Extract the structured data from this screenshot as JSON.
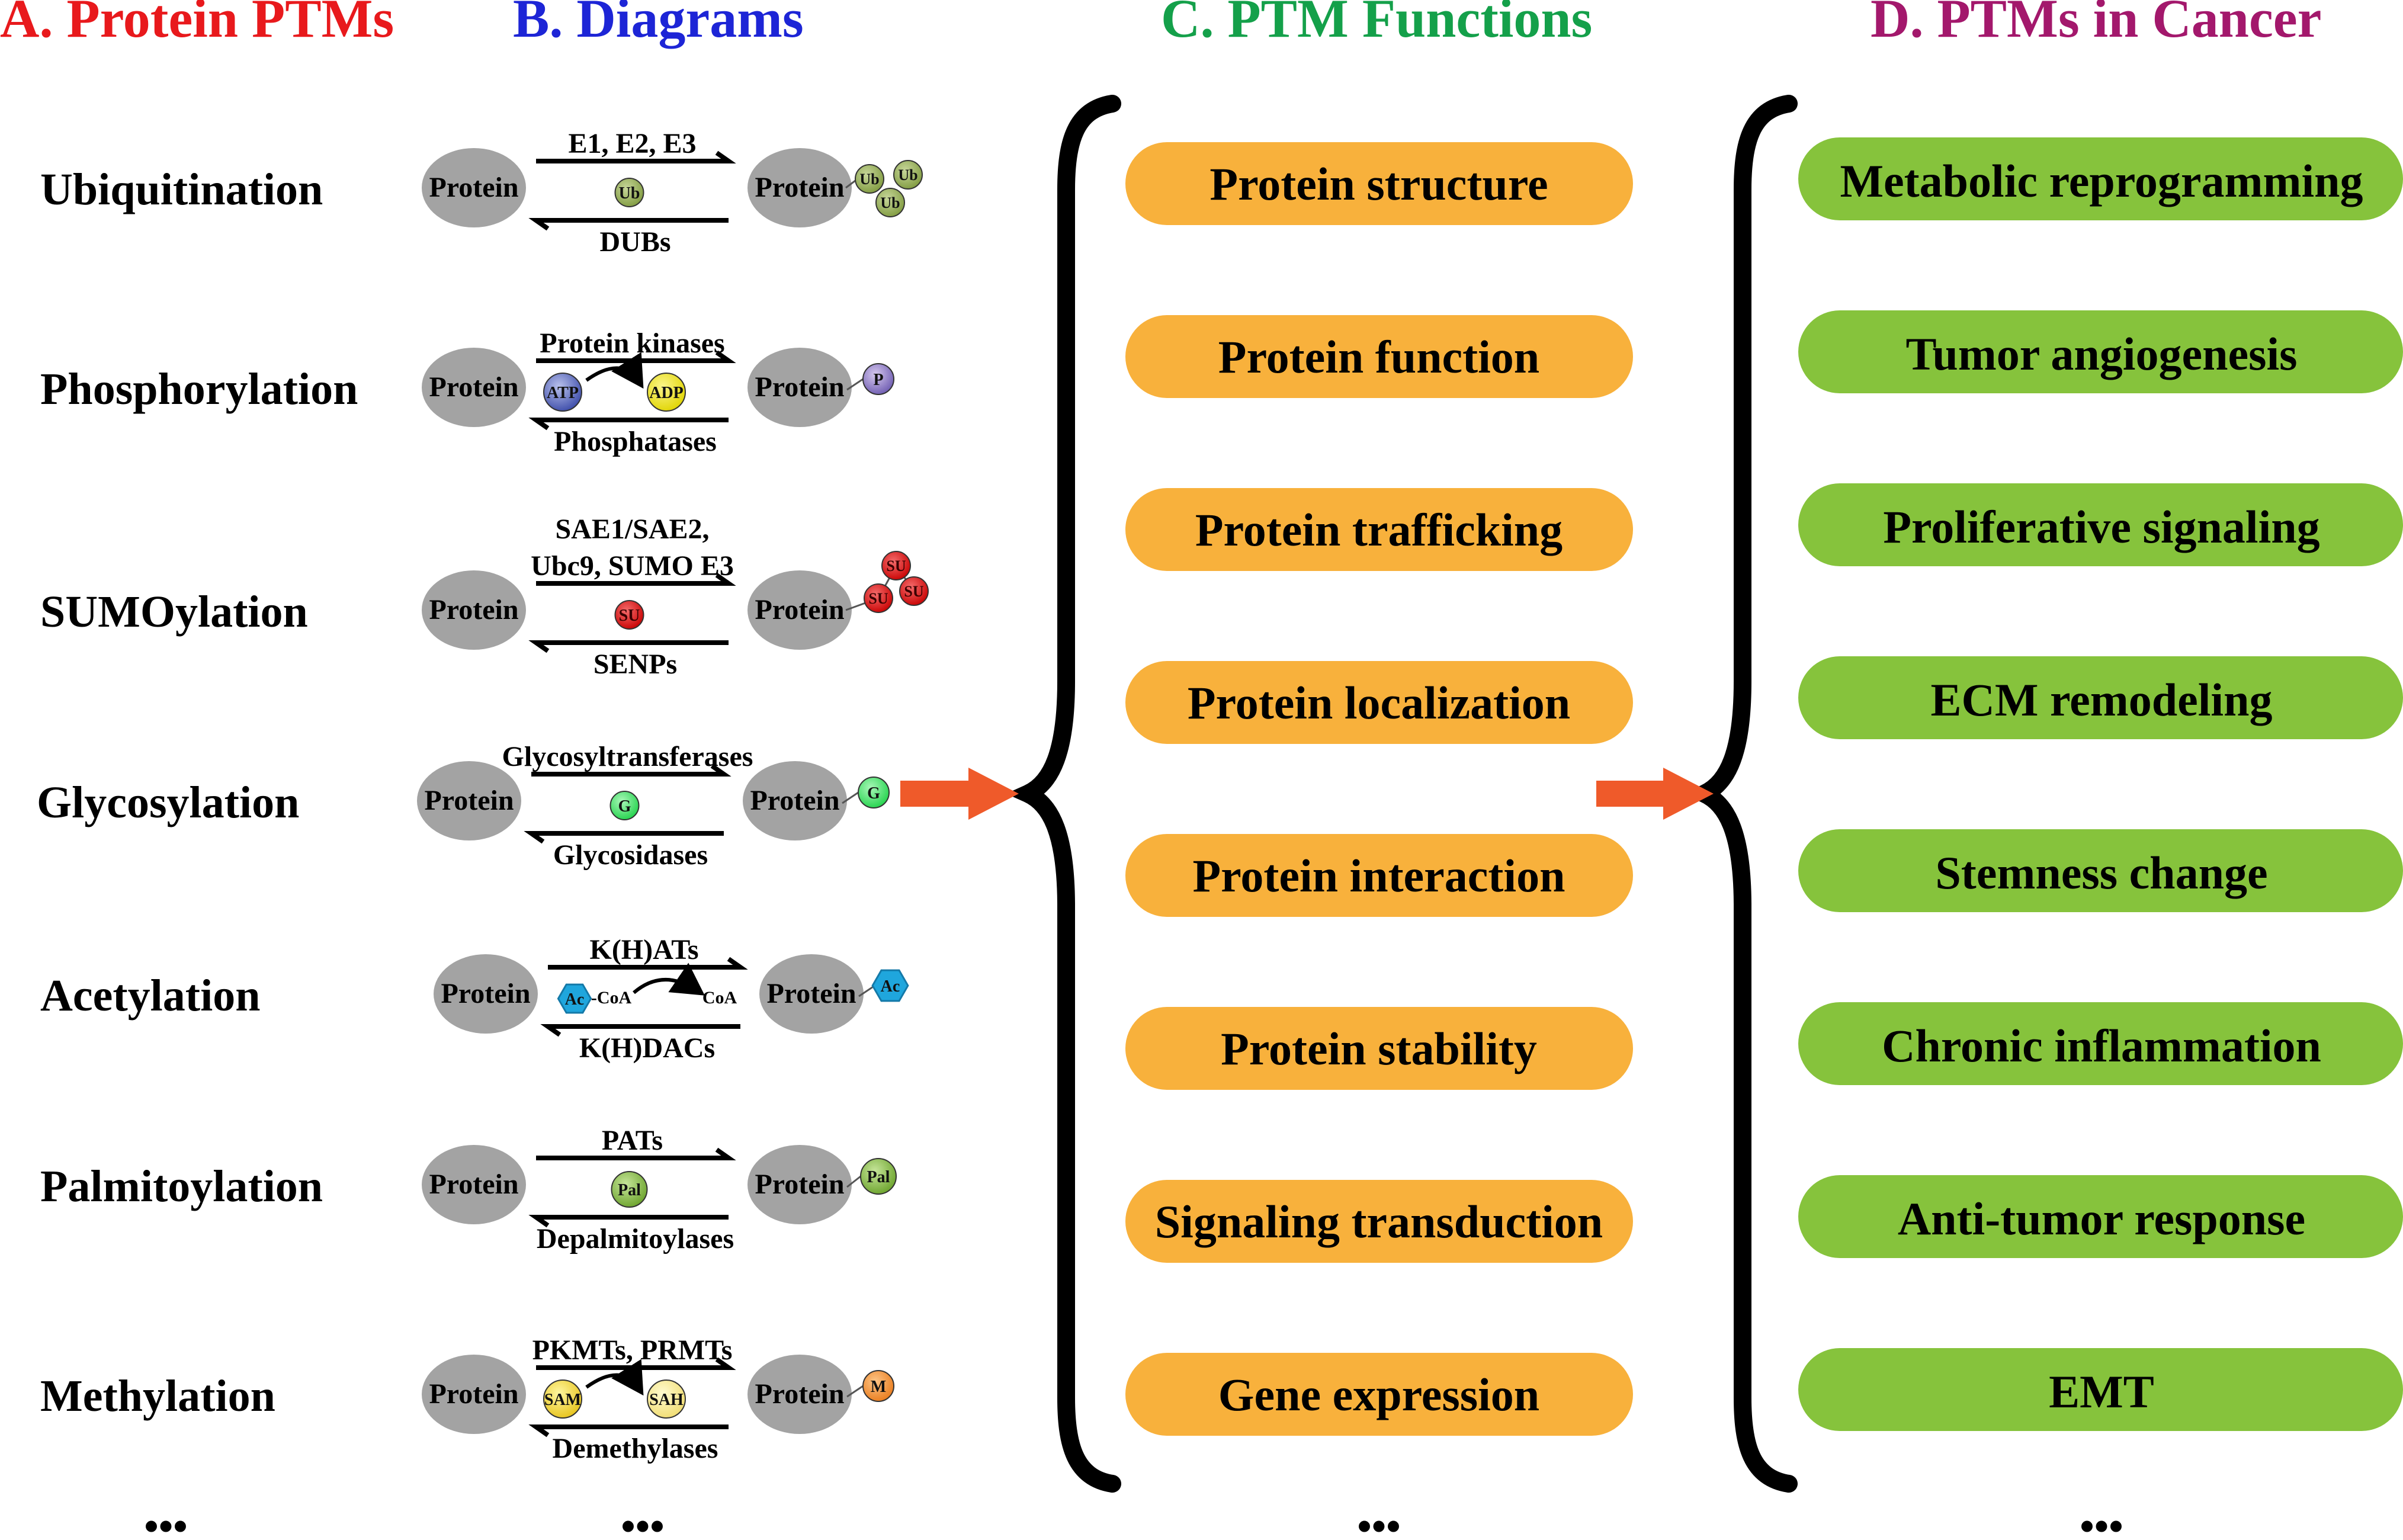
{
  "headers": {
    "a": "A. Protein PTMs",
    "b": "B. Diagrams",
    "c": "C. PTM Functions",
    "d": "D. PTMs in Cancer"
  },
  "colors": {
    "header_a": "#e8191c",
    "header_b": "#1d25d6",
    "header_c": "#14a04a",
    "header_d": "#a3186c",
    "protein": "#a3a3a3",
    "orange_pill": "#f8b13c",
    "green_pill": "#86c33c",
    "arrow": "#ef5a2a"
  },
  "protein_label": "Protein",
  "ellipsis": "•••",
  "ptms": [
    {
      "name": "Ubiquitination",
      "forward": [
        "E1, E2, E3"
      ],
      "reverse": "DUBs",
      "middle_badge": "Ub",
      "product_badges": [
        "Ub",
        "Ub",
        "Ub"
      ]
    },
    {
      "name": "Phosphorylation",
      "forward": [
        "Protein kinases"
      ],
      "reverse": "Phosphatases",
      "donor": "ATP",
      "byproduct": "ADP",
      "product_badges": [
        "P"
      ]
    },
    {
      "name": "SUMOylation",
      "forward": [
        "SAE1/SAE2,",
        "Ubc9, SUMO E3"
      ],
      "reverse": "SENPs",
      "middle_badge": "SU",
      "product_badges": [
        "SU",
        "SU",
        "SU"
      ]
    },
    {
      "name": "Glycosylation",
      "forward": [
        "Glycosyltransferases"
      ],
      "reverse": "Glycosidases",
      "middle_badge": "G",
      "product_badges": [
        "G"
      ]
    },
    {
      "name": "Acetylation",
      "forward": [
        "K(H)ATs"
      ],
      "reverse": "K(H)DACs",
      "donor": "Ac",
      "donor_suffix": "-CoA",
      "byproduct": "CoA",
      "product_badges": [
        "Ac"
      ]
    },
    {
      "name": "Palmitoylation",
      "forward": [
        "PATs"
      ],
      "reverse": "Depalmitoylases",
      "middle_badge": "Pal",
      "product_badges": [
        "Pal"
      ]
    },
    {
      "name": "Methylation",
      "forward": [
        "PKMTs, PRMTs"
      ],
      "reverse": "Demethylases",
      "donor": "SAM",
      "byproduct": "SAH",
      "product_badges": [
        "M"
      ]
    }
  ],
  "functions": [
    "Protein structure",
    "Protein function",
    "Protein trafficking",
    "Protein localization",
    "Protein interaction",
    "Protein stability",
    "Signaling transduction",
    "Gene expression"
  ],
  "cancer": [
    "Metabolic reprogramming",
    "Tumor angiogenesis",
    "Proliferative signaling",
    "ECM remodeling",
    "Stemness change",
    "Chronic inflammation",
    "Anti-tumor response",
    "EMT"
  ]
}
